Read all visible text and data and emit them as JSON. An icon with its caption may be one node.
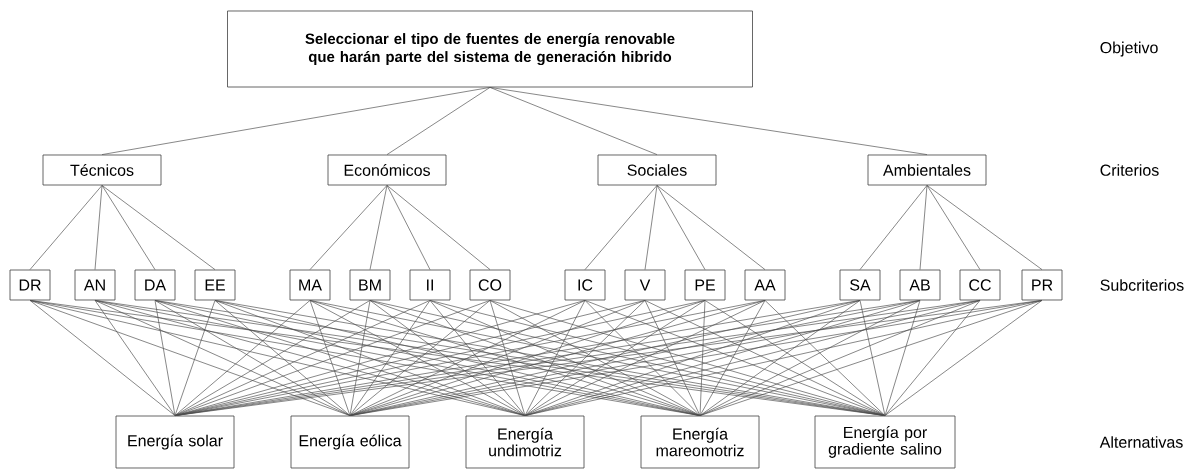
{
  "diagram": {
    "nodes": [
      {
        "text": [
          "Seleccionar el tipo de fuentes de energía renovable que harán parte del sistema de generación hibrido"
        ]
      },
      {
        "text": [
          "Técnicos"
        ]
      },
      {
        "text": [
          "Económicos"
        ]
      },
      {
        "text": [
          "Sociales"
        ]
      },
      {
        "text": [
          "Ambientales"
        ]
      },
      {
        "text": [
          "DR"
        ]
      },
      {
        "text": [
          "AN"
        ]
      },
      {
        "text": [
          "DA"
        ]
      },
      {
        "text": [
          "EE"
        ]
      },
      {
        "text": [
          "MA"
        ]
      },
      {
        "text": [
          "BM"
        ]
      },
      {
        "text": [
          "II"
        ]
      },
      {
        "text": [
          "CO"
        ]
      },
      {
        "text": [
          "IC"
        ]
      },
      {
        "text": [
          "V"
        ]
      },
      {
        "text": [
          "PE"
        ]
      },
      {
        "text": [
          "AA"
        ]
      },
      {
        "text": [
          "SA"
        ]
      },
      {
        "text": [
          "AB"
        ]
      },
      {
        "text": [
          "CC"
        ]
      },
      {
        "text": [
          "PR"
        ]
      },
      {
        "text": [
          "Energía solar"
        ]
      },
      {
        "text": [
          "Energía eólica"
        ]
      },
      {
        "text": [
          "Energía undimotriz"
        ]
      },
      {
        "text": [
          "Energía mareomotriz"
        ]
      },
      {
        "text": [
          "Energía por gradiente salino"
        ]
      }
    ],
    "edges": [
      {
        "from": 0,
        "to": 1,
        "arrow": "none"
      },
      {
        "from": 0,
        "to": 2,
        "arrow": "none"
      },
      {
        "from": 0,
        "to": 3,
        "arrow": "none"
      },
      {
        "from": 0,
        "to": 4,
        "arrow": "none"
      },
      {
        "from": 1,
        "to": 5,
        "arrow": "none"
      },
      {
        "from": 1,
        "to": 6,
        "arrow": "none"
      },
      {
        "from": 1,
        "to": 7,
        "arrow": "none"
      },
      {
        "from": 1,
        "to": 8,
        "arrow": "none"
      },
      {
        "from": 2,
        "to": 9,
        "arrow": "none"
      },
      {
        "from": 2,
        "to": 10,
        "arrow": "none"
      },
      {
        "from": 2,
        "to": 11,
        "arrow": "none"
      },
      {
        "from": 2,
        "to": 12,
        "arrow": "none"
      },
      {
        "from": 3,
        "to": 13,
        "arrow": "none"
      },
      {
        "from": 3,
        "to": 14,
        "arrow": "none"
      },
      {
        "from": 3,
        "to": 15,
        "arrow": "none"
      },
      {
        "from": 3,
        "to": 16,
        "arrow": "none"
      },
      {
        "from": 4,
        "to": 17,
        "arrow": "none"
      },
      {
        "from": 4,
        "to": 18,
        "arrow": "none"
      },
      {
        "from": 4,
        "to": 19,
        "arrow": "none"
      },
      {
        "from": 4,
        "to": 20,
        "arrow": "none"
      },
      {
        "from": 5,
        "to": 21,
        "arrow": "none"
      },
      {
        "from": 5,
        "to": 22,
        "arrow": "none"
      },
      {
        "from": 5,
        "to": 23,
        "arrow": "none"
      },
      {
        "from": 5,
        "to": 24,
        "arrow": "none"
      },
      {
        "from": 5,
        "to": 25,
        "arrow": "none"
      },
      {
        "from": 6,
        "to": 21,
        "arrow": "none"
      },
      {
        "from": 6,
        "to": 22,
        "arrow": "none"
      },
      {
        "from": 6,
        "to": 23,
        "arrow": "none"
      },
      {
        "from": 6,
        "to": 24,
        "arrow": "none"
      },
      {
        "from": 6,
        "to": 25,
        "arrow": "none"
      },
      {
        "from": 7,
        "to": 21,
        "arrow": "none"
      },
      {
        "from": 7,
        "to": 22,
        "arrow": "none"
      },
      {
        "from": 7,
        "to": 23,
        "arrow": "none"
      },
      {
        "from": 7,
        "to": 24,
        "arrow": "none"
      },
      {
        "from": 7,
        "to": 25,
        "arrow": "none"
      },
      {
        "from": 8,
        "to": 21,
        "arrow": "none"
      },
      {
        "from": 8,
        "to": 22,
        "arrow": "none"
      },
      {
        "from": 8,
        "to": 23,
        "arrow": "none"
      },
      {
        "from": 8,
        "to": 24,
        "arrow": "none"
      },
      {
        "from": 8,
        "to": 25,
        "arrow": "none"
      },
      {
        "from": 9,
        "to": 21,
        "arrow": "none"
      },
      {
        "from": 9,
        "to": 22,
        "arrow": "none"
      },
      {
        "from": 9,
        "to": 23,
        "arrow": "none"
      },
      {
        "from": 9,
        "to": 24,
        "arrow": "none"
      },
      {
        "from": 9,
        "to": 25,
        "arrow": "none"
      },
      {
        "from": 10,
        "to": 21,
        "arrow": "none"
      },
      {
        "from": 10,
        "to": 22,
        "arrow": "none"
      },
      {
        "from": 10,
        "to": 23,
        "arrow": "none"
      },
      {
        "from": 10,
        "to": 24,
        "arrow": "none"
      },
      {
        "from": 10,
        "to": 25,
        "arrow": "none"
      },
      {
        "from": 11,
        "to": 21,
        "arrow": "none"
      },
      {
        "from": 11,
        "to": 22,
        "arrow": "none"
      },
      {
        "from": 11,
        "to": 23,
        "arrow": "none"
      },
      {
        "from": 11,
        "to": 24,
        "arrow": "none"
      },
      {
        "from": 11,
        "to": 25,
        "arrow": "none"
      },
      {
        "from": 12,
        "to": 21,
        "arrow": "none"
      },
      {
        "from": 12,
        "to": 22,
        "arrow": "none"
      },
      {
        "from": 12,
        "to": 23,
        "arrow": "none"
      },
      {
        "from": 12,
        "to": 24,
        "arrow": "none"
      },
      {
        "from": 12,
        "to": 25,
        "arrow": "none"
      },
      {
        "from": 13,
        "to": 21,
        "arrow": "none"
      },
      {
        "from": 13,
        "to": 22,
        "arrow": "none"
      },
      {
        "from": 13,
        "to": 23,
        "arrow": "none"
      },
      {
        "from": 13,
        "to": 24,
        "arrow": "none"
      },
      {
        "from": 13,
        "to": 25,
        "arrow": "none"
      },
      {
        "from": 14,
        "to": 21,
        "arrow": "none"
      },
      {
        "from": 14,
        "to": 22,
        "arrow": "none"
      },
      {
        "from": 14,
        "to": 23,
        "arrow": "none"
      },
      {
        "from": 14,
        "to": 24,
        "arrow": "none"
      },
      {
        "from": 14,
        "to": 25,
        "arrow": "none"
      },
      {
        "from": 15,
        "to": 21,
        "arrow": "none"
      },
      {
        "from": 15,
        "to": 22,
        "arrow": "none"
      },
      {
        "from": 15,
        "to": 23,
        "arrow": "none"
      },
      {
        "from": 15,
        "to": 24,
        "arrow": "none"
      },
      {
        "from": 15,
        "to": 25,
        "arrow": "none"
      },
      {
        "from": 16,
        "to": 21,
        "arrow": "none"
      },
      {
        "from": 16,
        "to": 22,
        "arrow": "none"
      },
      {
        "from": 16,
        "to": 23,
        "arrow": "none"
      },
      {
        "from": 16,
        "to": 24,
        "arrow": "none"
      },
      {
        "from": 16,
        "to": 25,
        "arrow": "none"
      },
      {
        "from": 17,
        "to": 21,
        "arrow": "none"
      },
      {
        "from": 17,
        "to": 22,
        "arrow": "none"
      },
      {
        "from": 17,
        "to": 23,
        "arrow": "none"
      },
      {
        "from": 17,
        "to": 24,
        "arrow": "none"
      },
      {
        "from": 17,
        "to": 25,
        "arrow": "none"
      },
      {
        "from": 18,
        "to": 21,
        "arrow": "none"
      },
      {
        "from": 18,
        "to": 22,
        "arrow": "none"
      },
      {
        "from": 18,
        "to": 23,
        "arrow": "none"
      },
      {
        "from": 18,
        "to": 24,
        "arrow": "none"
      },
      {
        "from": 18,
        "to": 25,
        "arrow": "none"
      },
      {
        "from": 19,
        "to": 21,
        "arrow": "none"
      },
      {
        "from": 19,
        "to": 22,
        "arrow": "none"
      },
      {
        "from": 19,
        "to": 23,
        "arrow": "none"
      },
      {
        "from": 19,
        "to": 24,
        "arrow": "none"
      },
      {
        "from": 19,
        "to": 25,
        "arrow": "none"
      },
      {
        "from": 20,
        "to": 21,
        "arrow": "none"
      },
      {
        "from": 20,
        "to": 22,
        "arrow": "none"
      },
      {
        "from": 20,
        "to": 23,
        "arrow": "none"
      },
      {
        "from": 20,
        "to": 24,
        "arrow": "none"
      },
      {
        "from": 20,
        "to": 25,
        "arrow": "none"
      }
    ],
    "labels": [
      "Objetivo",
      "Criterios",
      "Subcriterios",
      "Alternativas"
    ]
  }
}
